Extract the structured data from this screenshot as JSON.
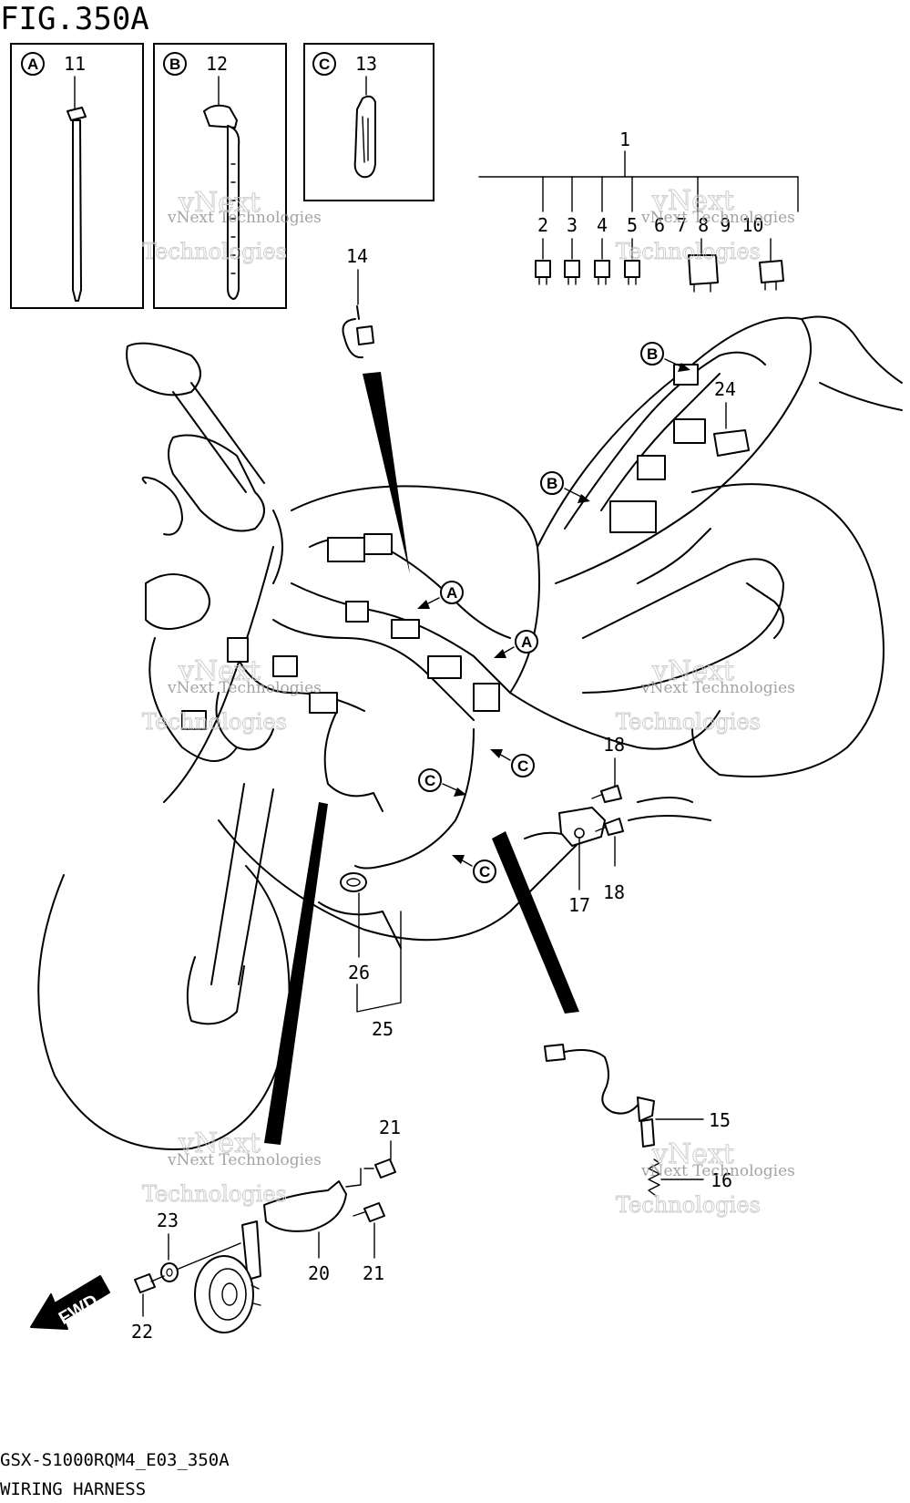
{
  "figure": {
    "title": "FIG.350A",
    "model_code": "GSX-S1000RQM4_E03_350A",
    "caption": "WIRING HARNESS"
  },
  "insets": [
    {
      "letter": "A",
      "part": "11"
    },
    {
      "letter": "B",
      "part": "12"
    },
    {
      "letter": "C",
      "part": "13"
    }
  ],
  "callouts": {
    "c1": "1",
    "c2": "2",
    "c3": "3",
    "c4": "4",
    "c5": "5",
    "c6_10": "6 7 8 9 10",
    "c14": "14",
    "c15": "15",
    "c16": "16",
    "c17": "17",
    "c18a": "18",
    "c18b": "18",
    "c20": "20",
    "c21a": "21",
    "c21b": "21",
    "c22": "22",
    "c23": "23",
    "c24": "24",
    "c25": "25",
    "c26": "26"
  },
  "markers": {
    "a1": "A",
    "a2": "A",
    "b1": "B",
    "b2": "B",
    "c1": "C",
    "c2": "C",
    "c3": "C"
  },
  "fwd_label": "FWD",
  "watermark": {
    "line1": "vNext Technologies",
    "line2": "vNext",
    "line3": "Technologies"
  }
}
